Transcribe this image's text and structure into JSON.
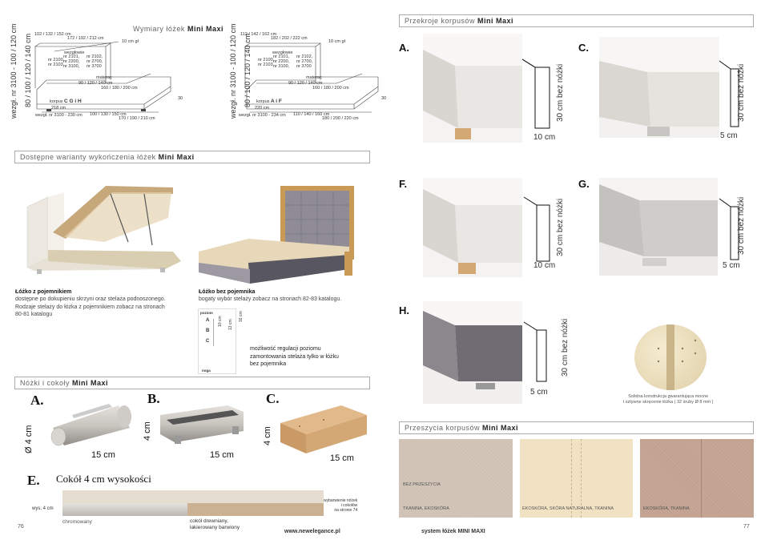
{
  "dimensions": {
    "title_prefix": "Wymiary łóżek",
    "title_bold": "Mini Maxi",
    "left": {
      "top_widths": "102 / 132 / 152 cm",
      "inner_widths": "172 / 192 / 212 cm",
      "depth": "10 cm gł",
      "headboard": "wezgłowie",
      "codes_a": "nr 2100,\nnr 2103",
      "codes_b": "nr 2101,\nnr 2200,\nnr 3100,",
      "codes_c": "nr 2102,\nnr 2700,\nnr 3700",
      "mattress": "materac",
      "mattress_widths": "90 / 120 / 140 cm",
      "mattress_lengths": "160 / 180 / 200 cm",
      "base": "korpus",
      "base_code": "C G i H",
      "height_v": "wezgł. nr 3100 - 100 / 120 cm",
      "height_v2": "80 / 100 / 120 / 140 cm",
      "side_h": "30",
      "depth_total": "218 cm",
      "depth_long": "wezgł. nr 3100 - 230 cm",
      "bottom_widths": "100 / 130 / 150 cm",
      "bottom_lengths": "170 / 190 / 210 cm"
    },
    "right": {
      "top_widths": "112 / 142 / 162 cm",
      "inner_widths": "182 / 202 / 222 cm",
      "depth": "10 cm gł",
      "headboard": "wezgłowie",
      "codes_a": "nr 2100,\nnr 2103",
      "codes_b": "nr 2101,\nnr 2200,\nnr 3100,",
      "codes_c": "nr 2102,\nnr 2700,\nnr 3700",
      "mattress": "materac",
      "mattress_widths": "90 / 120 / 140 cm",
      "mattress_lengths": "160 / 180 / 200 cm",
      "base": "korpus",
      "base_code": "A i F",
      "height_v": "wezgł. nr 3100 - 100 / 120 cm",
      "height_v2": "80 / 100 / 120 / 140 cm",
      "side_h": "30",
      "depth_total": "220 cm",
      "depth_long": "wezgł. nr 3100 - 234 cm",
      "bottom_widths": "110 / 140 / 160 cm",
      "bottom_lengths": "180 / 200 / 220 cm"
    }
  },
  "variants": {
    "title_prefix": "Dostępne warianty wykończenia łóżek",
    "title_bold": "Mini Maxi",
    "with_storage_title": "Łóżko z pojemnikiem",
    "with_storage_text": "dostępne po dokupieniu skrzyni oraz stelaża podnoszonego.\nRodzaje stelaży do łóżka z pojemnikiem zobacz na stronach\n80-81 katalogu",
    "without_storage_title": "Łóżko bez pojemnika",
    "without_storage_text": "bogaty wybór stelaży zobacz na stronach 82-83 katalogu.",
    "level_head": "poziom",
    "levels": [
      "A",
      "B",
      "C"
    ],
    "level_dims": [
      "10 cm",
      "13 cm",
      "16 cm"
    ],
    "leg_label": "noga",
    "regulation_text": "możliwość regulacji poziomu\nzamontowania stelaża tylko w łóżku\nbez pojemnika"
  },
  "legs": {
    "title_prefix": "Nóżki i cokoły",
    "title_bold": "Mini Maxi",
    "a_label": "A.",
    "a_dia": "Ø 4 cm",
    "a_len": "15 cm",
    "b_label": "B.",
    "b_h": "4 cm",
    "b_len": "15 cm",
    "c_label": "C.",
    "c_h": "4 cm",
    "c_len": "15 cm",
    "e_label": "E.",
    "e_title": "Cokół 4 cm wysokości",
    "e_height": "wys. 4 cm",
    "chrome": "chromowany",
    "wood": "cokół drewniany,\nlakierowany barwiony",
    "note": "wybarwienie nóżek\ni cokołów\nna stronie 74"
  },
  "footer": {
    "page_left": "76",
    "website": "www.newelegance.pl",
    "system": "system łóżek MINI MAXI",
    "page_right": "77"
  },
  "sections": {
    "title_prefix": "Przekroje korpusów",
    "title_bold": "Mini Maxi",
    "items": [
      {
        "label": "A.",
        "h": "30 cm bez nóżki",
        "w": "10 cm"
      },
      {
        "label": "C.",
        "h": "30 cm bez nóżki",
        "w": "5 cm"
      },
      {
        "label": "F.",
        "h": "30 cm bez nóżki",
        "w": "10 cm"
      },
      {
        "label": "G.",
        "h": "30 cm bez nóżki",
        "w": "5 cm"
      },
      {
        "label": "H.",
        "h": "30 cm bez nóżki",
        "w": "5 cm"
      }
    ],
    "frame_caption": "Solidna konstrukcja gwarantująca mocne\ni sztywne skręcenie łóżka ( 32 śruby Ø 8 mm )"
  },
  "stitching": {
    "title_prefix": "Przeszycia korpusów",
    "title_bold": "Mini Maxi",
    "s1_top": "BEZ PRZESZYCIA",
    "s1_bottom": "TKANINA, EKOSKÓRA",
    "s2": "EKOSKÓRA, SKÓRA NATURALNA, TKANINA",
    "s3": "EKOSKÓRA, TKANINA"
  },
  "colors": {
    "fabric1": "#cfc1b3",
    "fabric2": "#f1e2c3",
    "fabric3": "#c2a190",
    "wood": "#d4a874",
    "grey_fabric": "#8b878c"
  }
}
